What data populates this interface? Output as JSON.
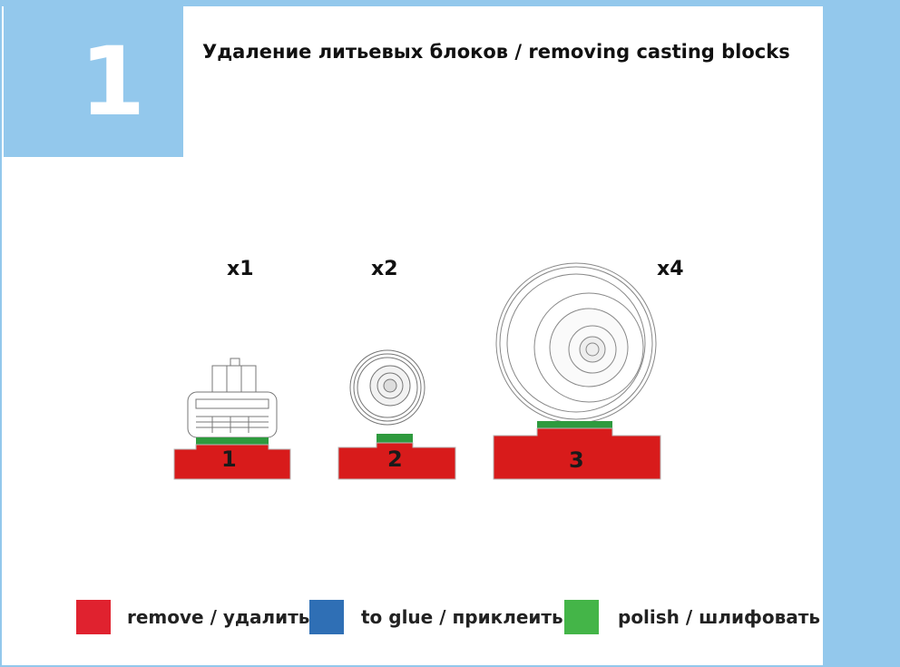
{
  "step": {
    "number": "1",
    "title": "Удаление литьевых блоков / removing casting blocks"
  },
  "parts": [
    {
      "id": "1",
      "quantity": "x1"
    },
    {
      "id": "2",
      "quantity": "x2"
    },
    {
      "id": "3",
      "quantity": "x4"
    }
  ],
  "legend": [
    {
      "label": "remove / удалить",
      "color": "#e0222f"
    },
    {
      "label": "to glue / приклеить",
      "color": "#2f6fb5"
    },
    {
      "label": "polish / шлифовать",
      "color": "#44b548"
    }
  ],
  "colors": {
    "background": "#93c8ec",
    "casting_block": "#d81b1b",
    "polish_area": "#2e9a3e"
  }
}
